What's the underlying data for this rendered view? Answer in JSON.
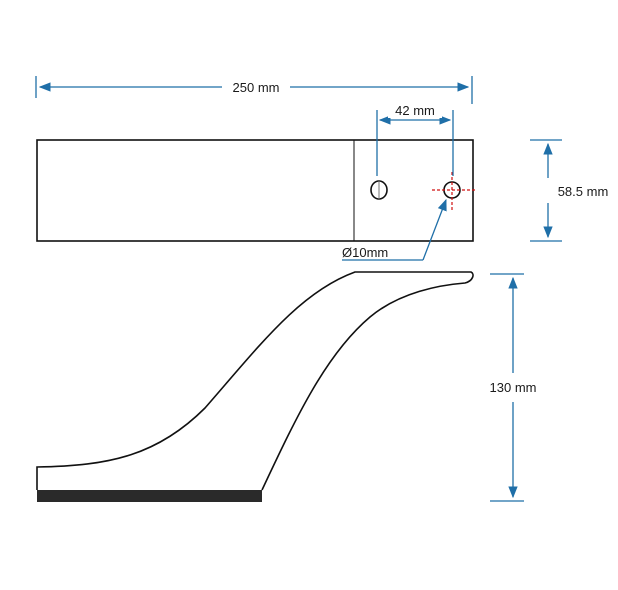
{
  "dimensions": {
    "overall_length": "250 mm",
    "hole_spacing": "42 mm",
    "width": "58.5 mm",
    "height": "130 mm",
    "hole_diameter": "Ø10mm"
  },
  "colors": {
    "dimension_line": "#1f6fa8",
    "outline": "#111111",
    "center_mark": "#d01010",
    "base_strip": "#2a2a2a"
  }
}
